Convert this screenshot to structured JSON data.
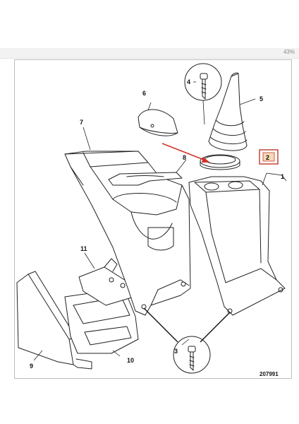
{
  "viewer": {
    "zoom_label": "43%"
  },
  "diagram": {
    "callouts": {
      "c1": "1",
      "c2": "2",
      "c3": "3",
      "c4": "4",
      "c5": "5",
      "c6": "6",
      "c7": "7",
      "c8": "8",
      "c9": "9",
      "c10": "10",
      "c11": "11"
    },
    "drawing_number": "207991",
    "colors": {
      "highlight_border": "#c0392b",
      "highlight_fill": "#f7d9b5",
      "arrow": "#d0342c",
      "line": "#222222"
    }
  }
}
